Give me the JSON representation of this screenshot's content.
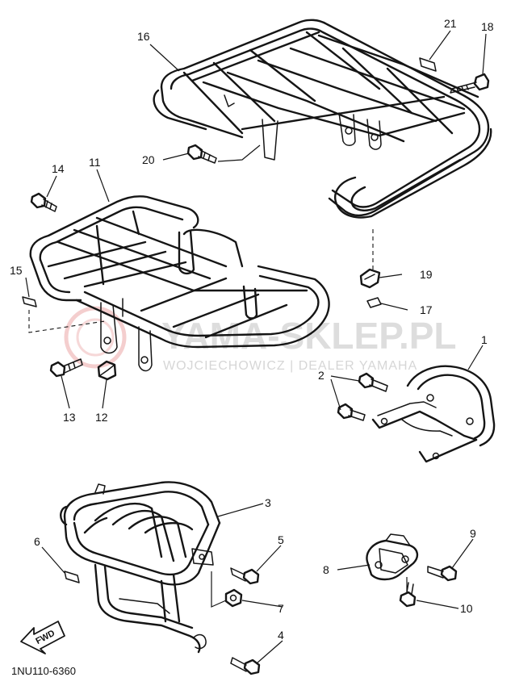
{
  "diagram_code": "1NU110-6360",
  "watermark": {
    "title": "YAMA-SKLEP.PL",
    "subtitle": "WOJCIECHOWICZ | DEALER YAMAHA",
    "color": "#d23a3a"
  },
  "fwd_label": "FWD",
  "callouts": {
    "c1": "1",
    "c2": "2",
    "c3": "3",
    "c4": "4",
    "c5": "5",
    "c6": "6",
    "c7": "7",
    "c8": "8",
    "c9": "9",
    "c10": "10",
    "c11": "11",
    "c12": "12",
    "c13": "13",
    "c14": "14",
    "c15": "15",
    "c16": "16",
    "c17": "17",
    "c18": "18",
    "c19": "19",
    "c20": "20",
    "c21": "21"
  }
}
